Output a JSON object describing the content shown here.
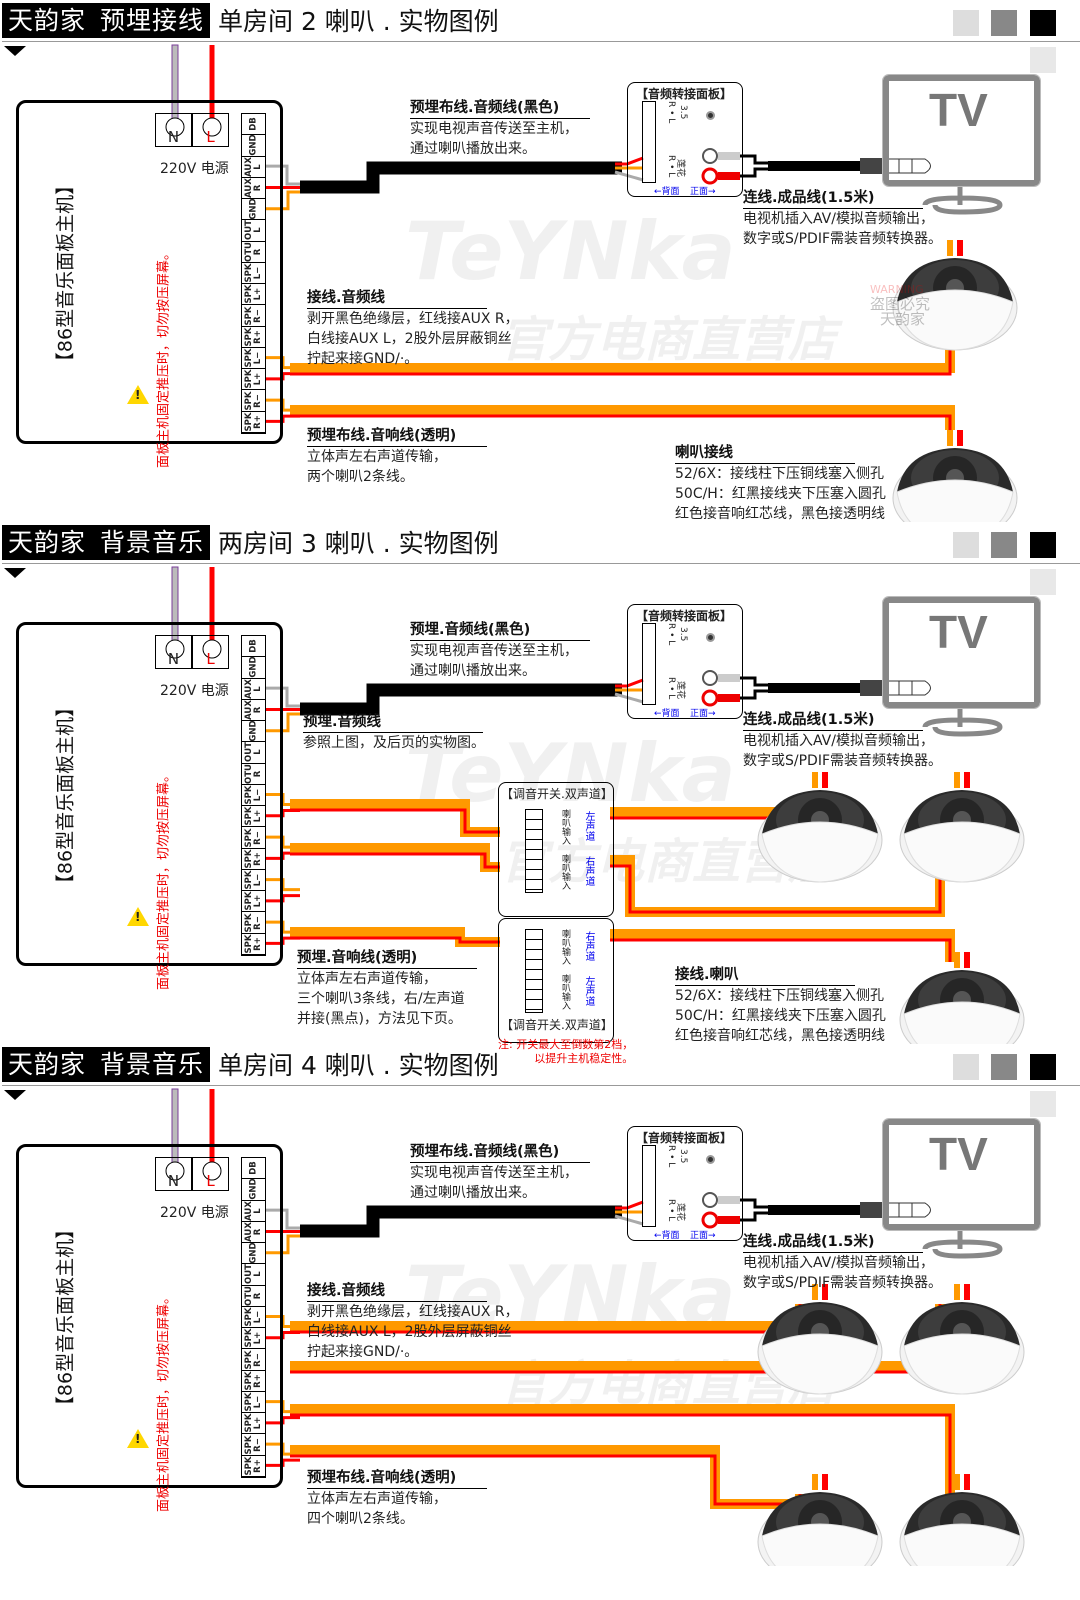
{
  "sections": [
    {
      "brand": "天韵家",
      "tag": "预埋接线",
      "title": "单房间 2 喇叭 . 实物图例",
      "host_label": "【86型音乐面板主机】",
      "warning": "面板主机固定推压时，切勿按压屏幕。",
      "power": {
        "n": "N",
        "l": "L",
        "label": "220V 电源"
      },
      "audio_cable": {
        "title": "预埋布线.音频线(黑色)",
        "lines": [
          "实现电视声音传送至主机，",
          "通过喇叭播放出来。"
        ]
      },
      "tv_cable": {
        "title": "连线.成品线(1.5米)",
        "lines": [
          "电视机插入AV/模拟音频输出，",
          "数字或S/PDIF需装音频转换器。"
        ]
      },
      "note_a": {
        "title": "接线.音频线",
        "lines": [
          "剥开黑色绝缘层，红线接AUX R，",
          "白线接AUX L，2股外层屏蔽铜丝",
          "拧起来接GND/·。"
        ]
      },
      "note_b": {
        "title": "预埋布线.音响线(透明)",
        "lines": [
          "立体声左右声道传输，",
          "两个喇叭2条线。"
        ]
      },
      "note_c": {
        "title": "喇叭接线",
        "lines": [
          "52/6X：接线柱下压铜线塞入侧孔",
          "50C/H：红黑接线夹下压塞入圆孔",
          "红色接音响红芯线，黑色接透明线"
        ]
      }
    },
    {
      "brand": "天韵家",
      "tag": "背景音乐",
      "title": "两房间 3 喇叭 . 实物图例",
      "host_label": "【86型音乐面板主机】",
      "warning": "面板主机固定推压时，切勿按压屏幕。",
      "power": {
        "n": "N",
        "l": "L",
        "label": "220V 电源"
      },
      "audio_cable": {
        "title": "预埋.音频线(黑色)",
        "lines": [
          "实现电视声音传送至主机，",
          "通过喇叭播放出来。"
        ]
      },
      "tv_cable": {
        "title": "连线.成品线(1.5米)",
        "lines": [
          "电视机插入AV/模拟音频输出，",
          "数字或S/PDIF需装音频转换器。"
        ]
      },
      "note_a": {
        "title": "预埋.音频线",
        "lines": [
          "参照上图，及后页的实物图。"
        ]
      },
      "note_b": {
        "title": "预埋.音响线(透明)",
        "lines": [
          "立体声左右声道传输，",
          "三个喇叭3条线，右/左声道",
          "并接(黑点)，方法见下页。"
        ]
      },
      "note_c": {
        "title": "接线.喇叭",
        "lines": [
          "52/6X：接线柱下压铜线塞入侧孔",
          "50C/H：红黑接线夹下压塞入圆孔",
          "红色接音响红芯线，黑色接透明线"
        ]
      },
      "switch": {
        "title": "【调音开关.双声道】",
        "input": "喇叭输入",
        "left": "左声道",
        "right": "右声道"
      },
      "footnote": [
        "注: 开关最大至倒数第2档，",
        "以提升主机稳定性。"
      ]
    },
    {
      "brand": "天韵家",
      "tag": "背景音乐",
      "title": "单房间 4 喇叭 . 实物图例",
      "host_label": "【86型音乐面板主机】",
      "warning": "面板主机固定推压时，切勿按压屏幕。",
      "power": {
        "n": "N",
        "l": "L",
        "label": "220V 电源"
      },
      "audio_cable": {
        "title": "预埋布线.音频线(黑色)",
        "lines": [
          "实现电视声音传送至主机，",
          "通过喇叭播放出来。"
        ]
      },
      "tv_cable": {
        "title": "连线.成品线(1.5米)",
        "lines": [
          "电视机插入AV/模拟音频输出，",
          "数字或S/PDIF需装音频转换器。"
        ]
      },
      "note_a": {
        "title": "接线.音频线",
        "lines": [
          "剥开黑色绝缘层，红线接AUX R，",
          "白线接AUX L，2股外层屏蔽铜丝",
          "拧起来接GND/·。"
        ]
      },
      "note_b": {
        "title": "预埋布线.音响线(透明)",
        "lines": [
          "立体声左右声道传输，",
          "四个喇叭2条线。"
        ]
      }
    }
  ],
  "terminals": [
    "DB",
    "GND",
    "AUX\nL",
    "AUX\nR",
    "GND",
    "OUT\nL",
    "OTU\nR",
    "SPK\nL−",
    "SPK\nL+",
    "SPK\nR−",
    "SPK\nR+",
    "SPK\nL−",
    "SPK\nL+",
    "SPK\nR−",
    "SPK\nR+"
  ],
  "adapter": {
    "title": "【音频转接面板】",
    "jack": "3.5",
    "rl": "R • L",
    "rca": "莲花",
    "back": "←背面",
    "front": "正面→"
  },
  "tv": {
    "label": "TV"
  },
  "watermark": {
    "logo": "TeYNka",
    "store": "官方电商直营店",
    "warning": "WARNING",
    "steal": "盗图必究",
    "brand": "天韵家"
  },
  "colors": {
    "orange": "#ff9900",
    "red": "#ff0000",
    "purple": "#7a3d9a",
    "blue": "#0000ee"
  }
}
